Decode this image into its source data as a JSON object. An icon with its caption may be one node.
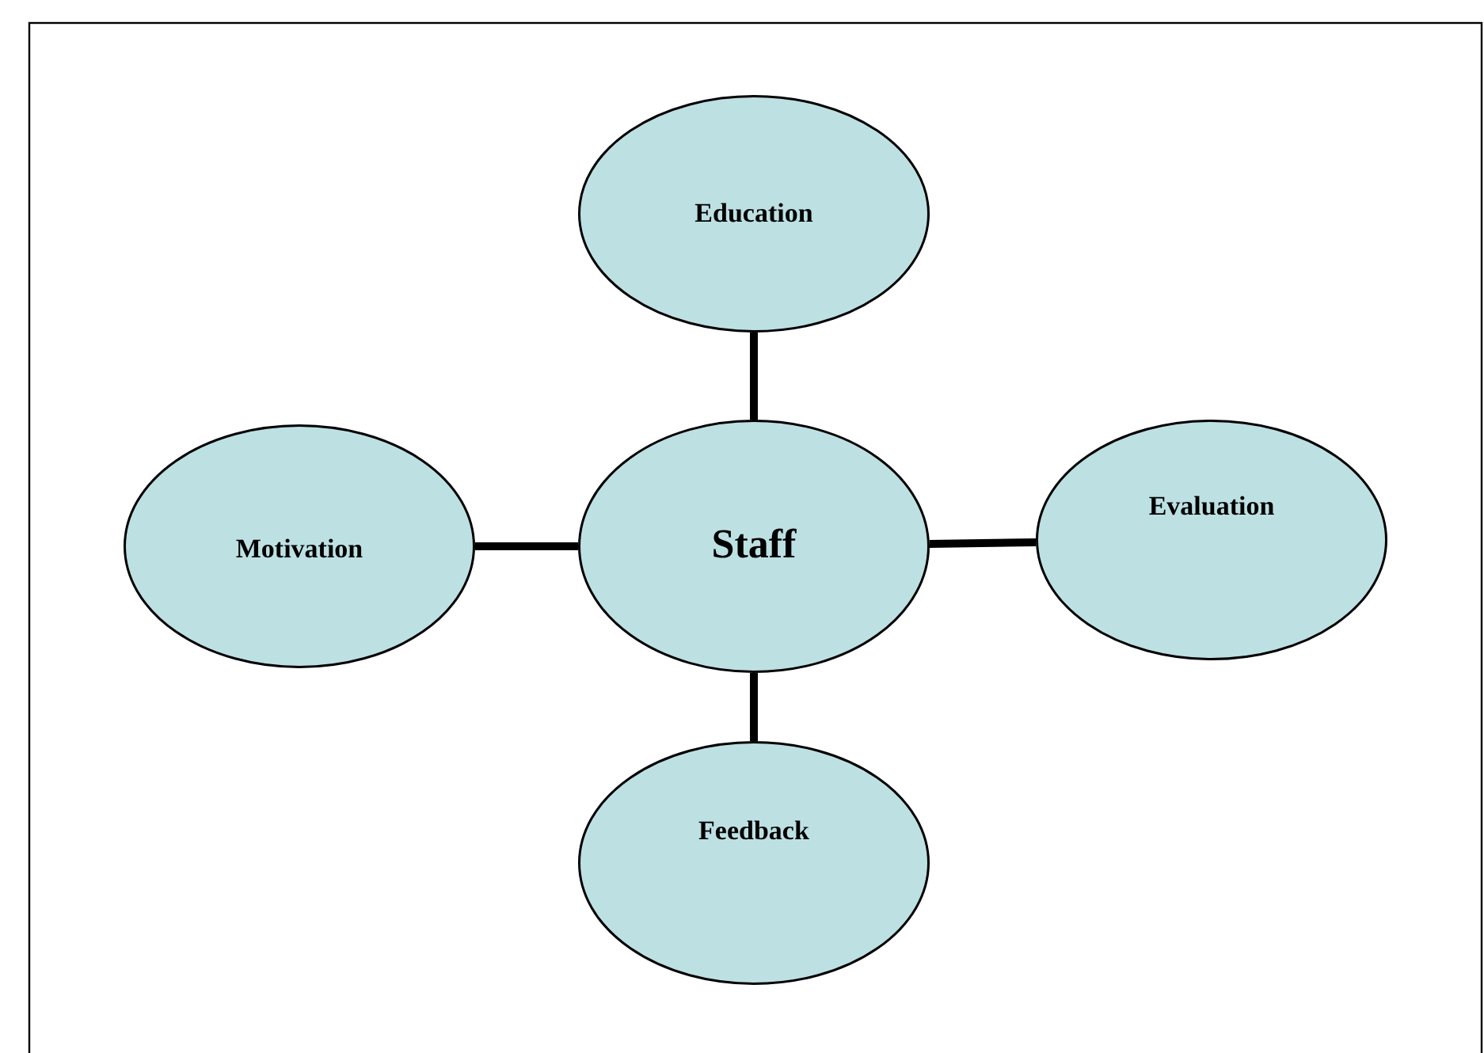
{
  "diagram": {
    "nodes": [
      {
        "text": [
          "Staff"
        ]
      },
      {
        "text": [
          "Education"
        ]
      },
      {
        "text": [
          "Motivation"
        ]
      },
      {
        "text": [
          "Evaluation"
        ]
      },
      {
        "text": [
          "Feedback"
        ]
      }
    ],
    "edges": [
      {
        "from": 0,
        "to": 1,
        "arrow": "none"
      },
      {
        "from": 0,
        "to": 2,
        "arrow": "none"
      },
      {
        "from": 0,
        "to": 3,
        "arrow": "none"
      },
      {
        "from": 0,
        "to": 4,
        "arrow": "none"
      }
    ]
  }
}
